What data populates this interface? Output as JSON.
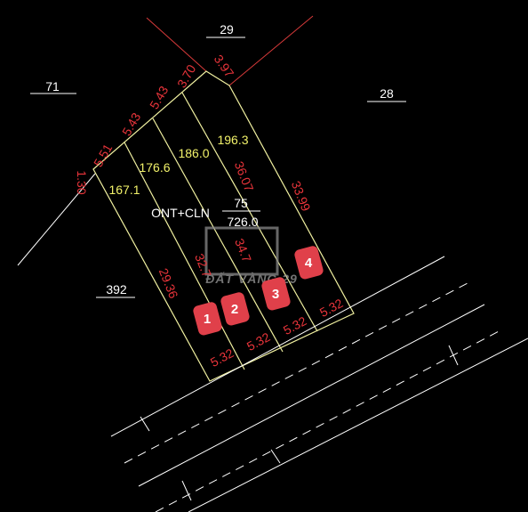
{
  "neighbors": {
    "top": "29",
    "top_left": "71",
    "top_right": "28",
    "left": "392"
  },
  "parcel": {
    "number": "75",
    "land_use": "ONT+CLN",
    "area": "726.0"
  },
  "dimensions": {
    "d_130": "1.30",
    "d_551": "5.51",
    "d_543a": "5.43",
    "d_543b": "5.43",
    "d_370": "3.70",
    "d_397": "3.97",
    "d_2936": "29.36",
    "d_32x": "32.7",
    "d_34x": "34.7",
    "d_3607": "36.07",
    "d_3399": "33.99",
    "front_1": "5.32",
    "front_2": "5.32",
    "front_3": "5.32",
    "front_4": "5.32"
  },
  "lot_areas": {
    "lot1": "167.1",
    "lot2": "176.6",
    "lot3": "186.0",
    "lot4": "196.3"
  },
  "lot_badges": [
    "1",
    "2",
    "3",
    "4"
  ],
  "watermark": {
    "text": "ĐẤT VÀNG 29"
  },
  "colors": {
    "background": "#000000",
    "dimension_text": "#e8343a",
    "area_text": "#f2f26a",
    "lot_lines": "#f0f0a0",
    "neighbor_lines": "#ffffff",
    "top_boundary": "#d83a3a",
    "badge": "#e0404a"
  }
}
